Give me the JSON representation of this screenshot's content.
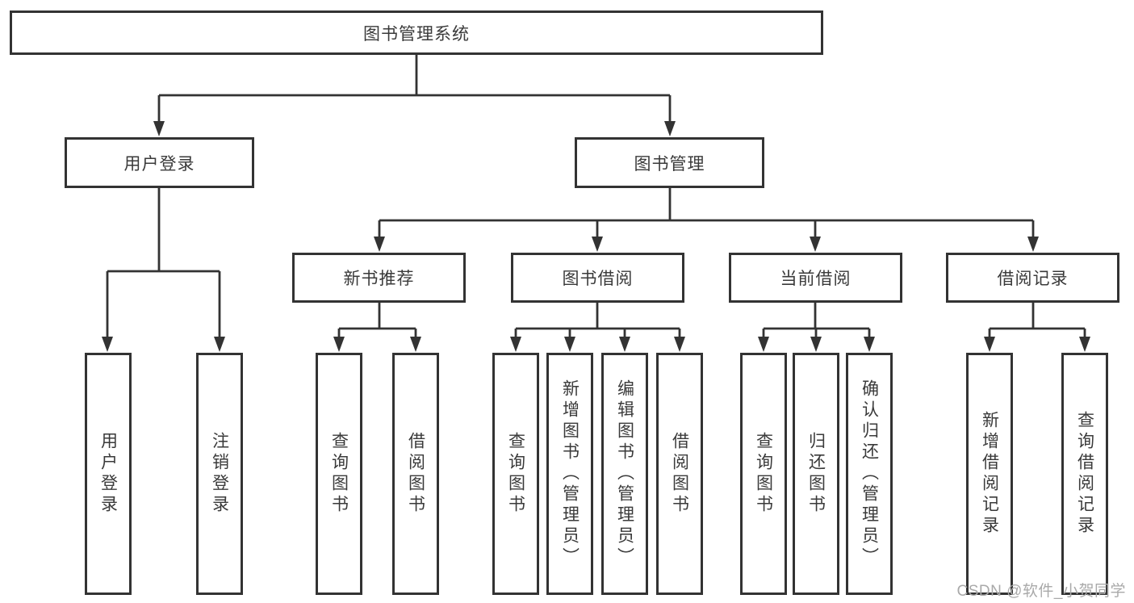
{
  "watermark": "CSDN @软件_小贺同学",
  "diagram": {
    "type": "hierarchy-tree",
    "line_color": "#333333",
    "background": "#ffffff",
    "root": {
      "label": "图书管理系统",
      "children": [
        {
          "label": "用户登录",
          "children": [
            {
              "label": "用户登录"
            },
            {
              "label": "注销登录"
            }
          ]
        },
        {
          "label": "图书管理",
          "children": [
            {
              "label": "新书推荐",
              "children": [
                {
                  "label": "查询图书"
                },
                {
                  "label": "借阅图书"
                }
              ]
            },
            {
              "label": "图书借阅",
              "children": [
                {
                  "label": "查询图书"
                },
                {
                  "label": "新增图书（管理员）"
                },
                {
                  "label": "编辑图书（管理员）"
                },
                {
                  "label": "借阅图书"
                }
              ]
            },
            {
              "label": "当前借阅",
              "children": [
                {
                  "label": "查询图书"
                },
                {
                  "label": "归还图书"
                },
                {
                  "label": "确认归还（管理员）"
                }
              ]
            },
            {
              "label": "借阅记录",
              "children": [
                {
                  "label": "新增借阅记录"
                },
                {
                  "label": "查询借阅记录"
                }
              ]
            }
          ]
        }
      ]
    }
  }
}
